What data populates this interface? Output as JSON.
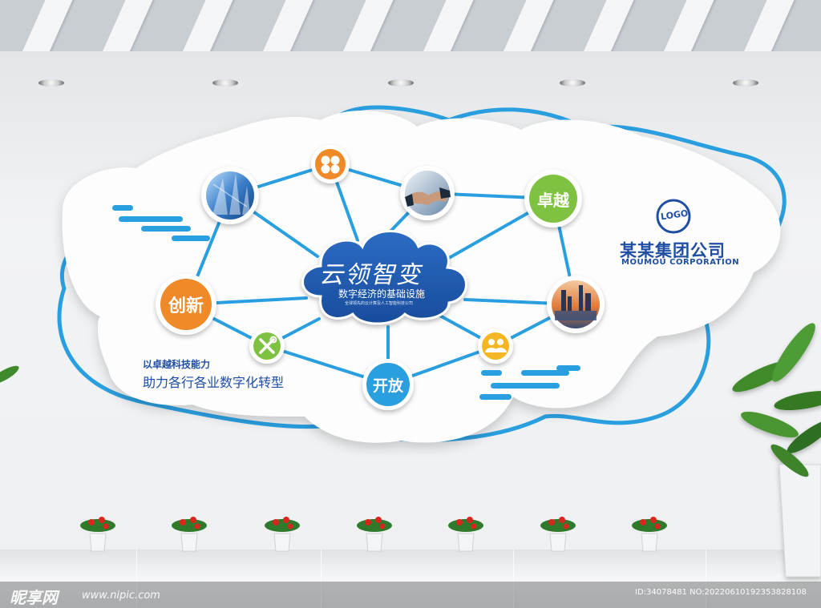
{
  "wall_display": {
    "cloud_title_calligraphy": "云领智变",
    "cloud_subtitle": "数字经济的基础设施",
    "cloud_fine_print": "全球领先的云计算及人工智能科技公司",
    "nodes": {
      "innovation": "创新",
      "excellence": "卓越",
      "open": "开放"
    },
    "slogan_line1": "以卓越科技能力",
    "slogan_line2": "助力各行各业数字化转型",
    "company": {
      "logo_text": "LOGO",
      "name_cn": "某某集团公司",
      "name_en": "MOUMOU CORPORATION"
    },
    "icons": [
      "building-photo-icon",
      "clover-icon",
      "handshake-photo-icon",
      "tools-icon",
      "people-icon",
      "city-skyline-photo-icon"
    ]
  },
  "watermark": {
    "site_logo": "昵享网",
    "url": "www.nipic.com",
    "id_line": "ID:34078481 NO:20220610192353828108"
  },
  "colors": {
    "accent_blue": "#2a9fe0",
    "deep_blue": "#1f4ea3",
    "orange": "#f08a28",
    "green": "#7fc241",
    "red_flower": "#d8261e"
  }
}
